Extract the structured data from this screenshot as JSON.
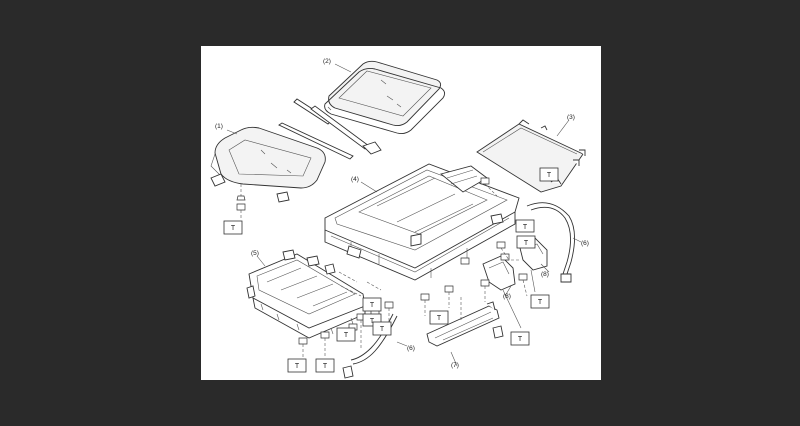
{
  "diagram": {
    "callouts": {
      "p1": "(1)",
      "p2": "(2)",
      "p3": "(3)",
      "p4": "(4)",
      "p5": "(5)",
      "p6a": "(6)",
      "p6b": "(6)",
      "p7": "(7)",
      "p8a": "(8)",
      "p8b": "(8)"
    },
    "torque_label": "T"
  }
}
